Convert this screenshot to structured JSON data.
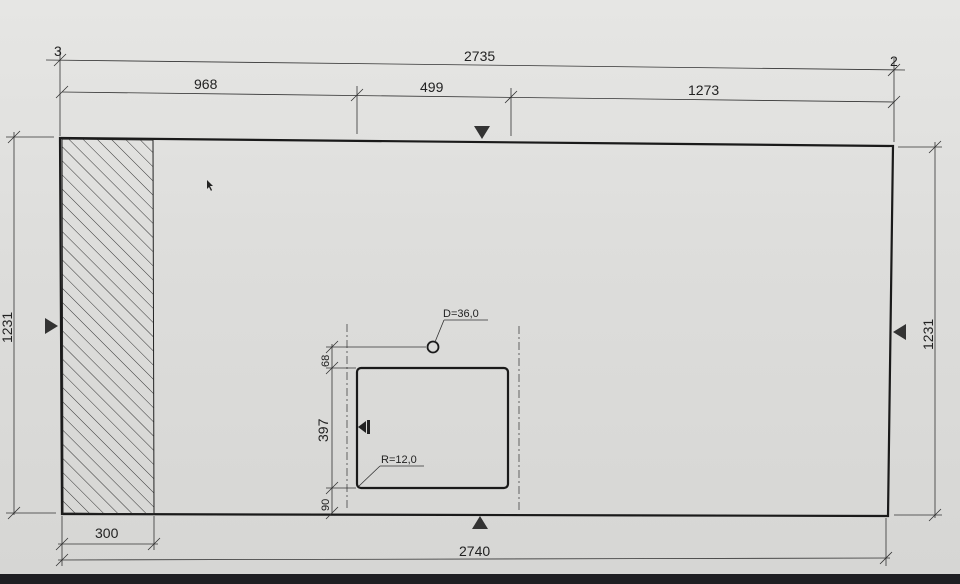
{
  "drawing": {
    "corner_left": "3",
    "corner_right": "2",
    "top_overall": "2735",
    "top_seg_1": "968",
    "top_seg_2": "499",
    "top_seg_3": "1273",
    "left_height": "1231",
    "right_height": "1231",
    "bottom_hatch": "300",
    "bottom_overall": "2740",
    "cutout_top_offset": "68",
    "cutout_height": "397",
    "cutout_bottom_offset": "90",
    "hole_label": "D=36,0",
    "radius_label": "R=12,0"
  }
}
